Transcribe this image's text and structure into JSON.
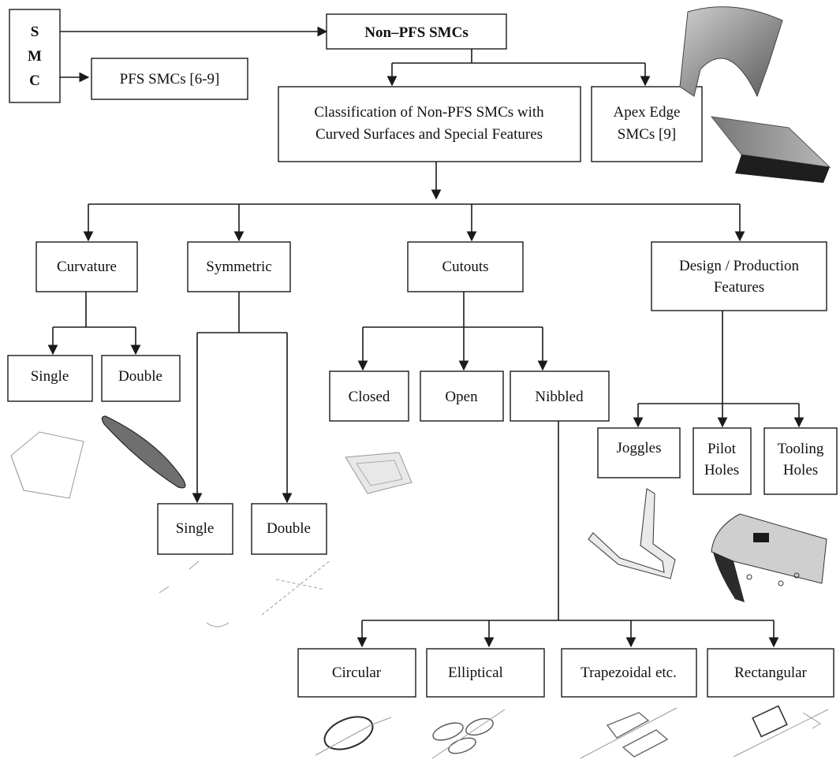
{
  "nodes": {
    "smc": [
      "S",
      "M",
      "C"
    ],
    "non_pfs": "Non–PFS SMCs",
    "pfs": "PFS SMCs [6-9]",
    "classification": [
      "Classification of Non-PFS SMCs with",
      "Curved Surfaces and Special Features"
    ],
    "apex": [
      "Apex Edge",
      "SMCs [9]"
    ],
    "curvature": "Curvature",
    "symmetric": "Symmetric",
    "cutouts": "Cutouts",
    "design": [
      "Design / Production",
      "Features"
    ],
    "curv_single": "Single",
    "curv_double": "Double",
    "sym_single": "Single",
    "sym_double": "Double",
    "closed": "Closed",
    "open": "Open",
    "nibbled": "Nibbled",
    "joggles": "Joggles",
    "pilot": [
      "Pilot",
      "Holes"
    ],
    "tooling": [
      "Tooling",
      "Holes"
    ],
    "circular": "Circular",
    "elliptical": "Elliptical",
    "trapezoidal": "Trapezoidal etc.",
    "rectangular": "Rectangular"
  },
  "colors": {
    "line": "#1a1a1a",
    "box_fill": "#ffffff",
    "sketch": "#9a9a9a",
    "shaded_part": "#6f6f6f"
  },
  "illustrations": [
    "curved-surface-part",
    "apex-edge-part",
    "single-curvature-part",
    "double-curvature-part",
    "symmetric-single-part",
    "symmetric-double-part",
    "cutout-part",
    "joggle-part",
    "holes-part",
    "circular-cutout-part",
    "elliptical-cutout-part",
    "trapezoidal-cutout-part",
    "rectangular-cutout-part"
  ]
}
